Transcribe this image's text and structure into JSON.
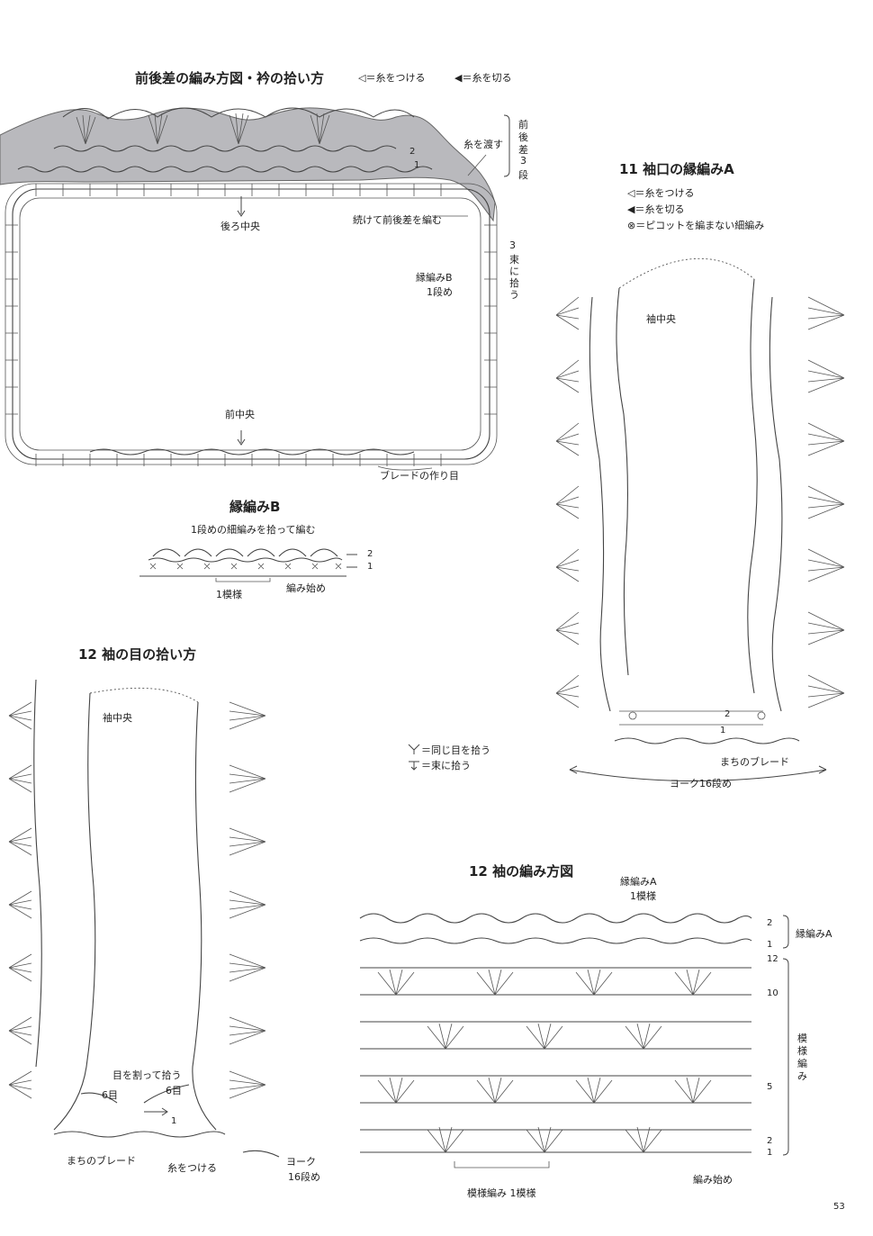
{
  "collar": {
    "title": "前後差の編み方図・衿の拾い方",
    "legend_attach": "◁＝糸をつける",
    "legend_cut": "◀＝糸を切る",
    "label_pass_yarn": "糸を渡す",
    "label_side_lines": [
      "前",
      "後",
      "差",
      "3",
      "段"
    ],
    "row_marks": [
      "2",
      "1"
    ],
    "label_back_center": "後ろ中央",
    "label_continue": "続けて前後差を編む",
    "label_bundle": [
      "3",
      "束",
      "に",
      "拾",
      "う"
    ],
    "label_edge_b_1": "縁編みB",
    "label_edge_b_2": "1段め",
    "label_front_center": "前中央",
    "label_braid": "ブレードの作り目"
  },
  "edge_b": {
    "title": "縁編みB",
    "note": "1段めの細編みを拾って編む",
    "row_marks": [
      "2",
      "1"
    ],
    "label_repeat": "1模様",
    "label_start": "編み始め"
  },
  "cuff": {
    "title": "11 袖口の縁編みA",
    "legend_attach": "◁＝糸をつける",
    "legend_cut": "◀＝糸を切る",
    "legend_picot": "⊗＝ピコットを編まない細編み",
    "label_sleeve_center": "袖中央",
    "row_marks": [
      "2",
      "1"
    ],
    "label_gusset_braid": "まちのブレード",
    "label_yoke": "ヨーク16段め"
  },
  "sleeve_pickup": {
    "title": "12 袖の目の拾い方",
    "label_sleeve_center": "袖中央",
    "label_split": "目を割って拾う",
    "label_6a": "6目",
    "label_6b": "6目",
    "row_mark": "1",
    "label_gusset_braid": "まちのブレード",
    "label_attach": "糸をつける",
    "label_yoke_1": "ヨーク",
    "label_yoke_2": "16段め"
  },
  "symbols": {
    "same_stitch": "＝同じ目を拾う",
    "bundle": "＝束に拾う"
  },
  "sleeve_chart": {
    "title": "12 袖の編み方図",
    "label_edge_a_1": "縁編みA",
    "label_edge_a_2": "1模様",
    "right_rows": [
      "2",
      "1",
      "12",
      "10",
      "5",
      "2",
      "1"
    ],
    "label_edge_a_side": "縁編みA",
    "label_pattern_side": [
      "模",
      "様",
      "編",
      "み"
    ],
    "label_pattern_repeat": "模様編み 1模様",
    "label_start": "編み始め"
  },
  "page_number": "53"
}
